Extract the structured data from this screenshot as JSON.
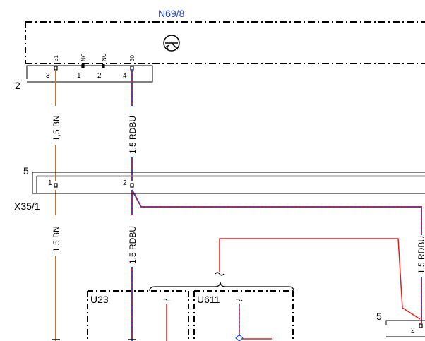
{
  "component": {
    "id": "N69/8",
    "connector_number": "2",
    "pins": [
      {
        "number": "3",
        "function": "31"
      },
      {
        "number": "1",
        "function": "NC"
      },
      {
        "number": "2",
        "function": "NC"
      },
      {
        "number": "4",
        "function": "30"
      }
    ]
  },
  "wires": [
    {
      "label_upper": "1,5 BN",
      "label_lower": "1,5 BN",
      "color": "#b07a3c"
    },
    {
      "label_upper": "1,5 RDBU",
      "label_lower": "1,5 RDBU",
      "label_branch": "1,5 RDBU",
      "color_primary": "#e02020",
      "color_secondary": "#2050e0"
    }
  ],
  "connector_x35": {
    "id": "X35/1",
    "number": "5",
    "pin_left": "1",
    "pin_right": "2"
  },
  "lower_modules": [
    {
      "id": "U23"
    },
    {
      "id": "U611"
    }
  ],
  "right_connector": {
    "number": "5",
    "pin": "2"
  },
  "symbols": {
    "top": "tilde-symbol",
    "component": "component-motor-icon"
  },
  "colors": {
    "title_blue": "#1f3fd6",
    "brown": "#b07a3c",
    "red": "#e02020",
    "blue": "#2050e0"
  }
}
